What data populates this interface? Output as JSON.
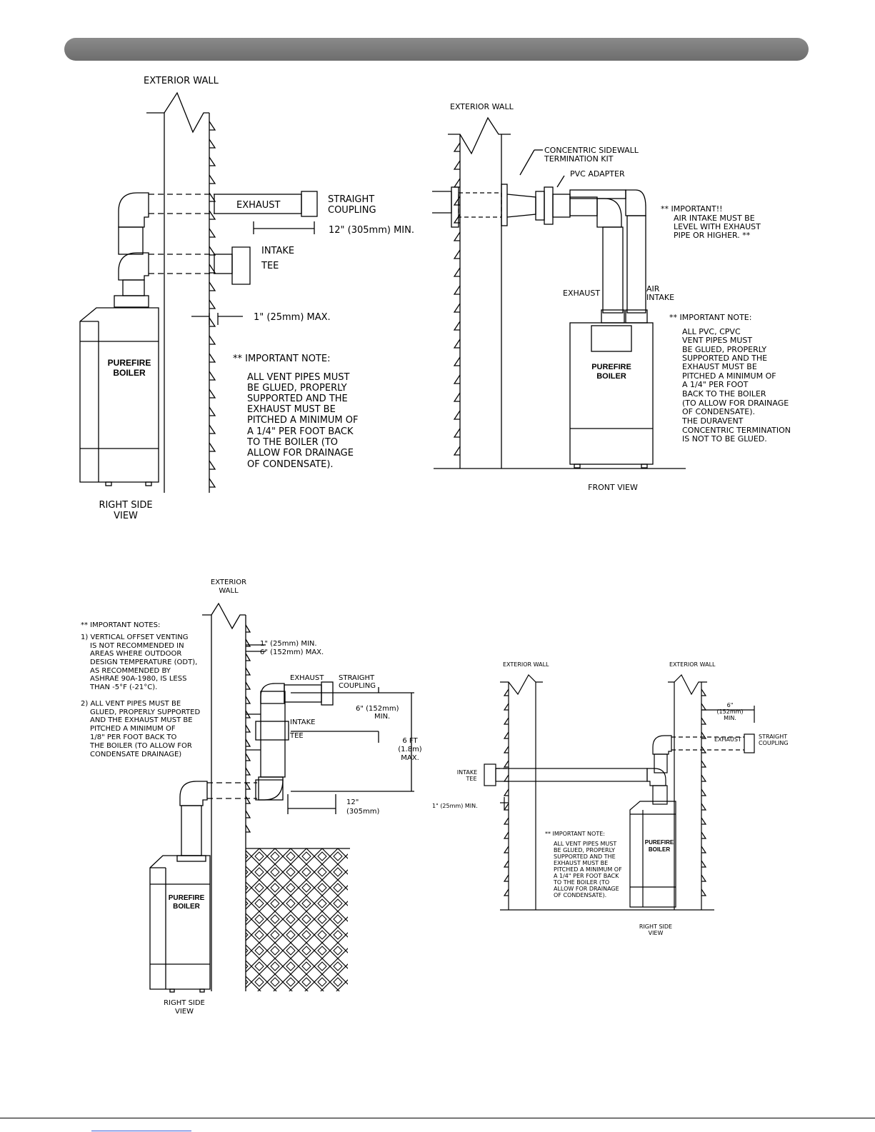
{
  "diagrams": {
    "d1": {
      "wall": "EXTERIOR WALL",
      "exhaust": "EXHAUST",
      "coupling1": "STRAIGHT",
      "coupling2": "COUPLING",
      "min12": "12\" (305mm) MIN.",
      "intake": "INTAKE",
      "tee": "TEE",
      "max1": "1\" (25mm) MAX.",
      "boiler1": "PUREFIRE",
      "boiler2": "BOILER",
      "note_title": "** IMPORTANT NOTE:",
      "note_lines": [
        "ALL VENT PIPES MUST",
        "BE GLUED, PROPERLY",
        "SUPPORTED AND THE",
        "EXHAUST MUST BE",
        "PITCHED A MINIMUM OF",
        "A 1/4\" PER FOOT BACK",
        "TO THE BOILER (TO",
        "ALLOW FOR DRAINAGE",
        "OF CONDENSATE)."
      ],
      "view1": "RIGHT SIDE",
      "view2": "VIEW"
    },
    "d2": {
      "wall": "EXTERIOR WALL",
      "kit1": "CONCENTRIC SIDEWALL",
      "kit2": "TERMINATION KIT",
      "pvc": "PVC ADAPTER",
      "imp_lines": [
        "** IMPORTANT!!",
        "AIR INTAKE MUST BE",
        "LEVEL WITH EXHAUST",
        "PIPE OR HIGHER. **"
      ],
      "exhaust": "EXHAUST",
      "air1": "AIR",
      "air2": "INTAKE",
      "note_title": "** IMPORTANT NOTE:",
      "note_lines": [
        "ALL PVC, CPVC",
        "VENT PIPES MUST",
        "BE GLUED, PROPERLY",
        "SUPPORTED AND THE",
        "EXHAUST MUST BE",
        "PITCHED A MINIMUM OF",
        "A 1/4\" PER FOOT",
        "BACK TO THE BOILER",
        "(TO ALLOW FOR DRAINAGE",
        "OF CONDENSATE).",
        "THE DURAVENT",
        "CONCENTRIC TERMINATION",
        "IS NOT TO BE GLUED."
      ],
      "boiler1": "PUREFIRE",
      "boiler2": "BOILER",
      "view": "FRONT VIEW"
    },
    "d3": {
      "wall1": "EXTERIOR",
      "wall2": "WALL",
      "notes_title": "** IMPORTANT NOTES:",
      "notes_lines": [
        "1) VERTICAL OFFSET VENTING",
        "IS NOT RECOMMENDED IN",
        "AREAS WHERE OUTDOOR",
        "DESIGN TEMPERATURE (ODT),",
        "AS RECOMMENDED BY",
        "ASHRAE 90A-1980, IS LESS",
        "THAN -5°F (-21°C).",
        "",
        "2) ALL VENT PIPES MUST BE",
        "GLUED, PROPERLY SUPPORTED",
        "AND THE EXHAUST MUST BE",
        "PITCHED A MINIMUM OF",
        "1/8\" PER FOOT BACK TO",
        "THE BOILER (TO ALLOW FOR",
        "CONDENSATE DRAINAGE)"
      ],
      "min1": "1\" (25mm) MIN.",
      "max6": "6\" (152mm) MAX.",
      "exhaust": "EXHAUST",
      "coupling1": "STRAIGHT",
      "coupling2": "COUPLING",
      "six1": "6\" (152mm)",
      "six2": "MIN.",
      "intake": "INTAKE",
      "tee": "TEE",
      "ft1": "6 FT",
      "ft2": "(1.8m)",
      "ft3": "MAX.",
      "in12a": "12\"",
      "in12b": "(305mm)",
      "boiler1": "PUREFIRE",
      "boiler2": "BOILER",
      "view1": "RIGHT SIDE",
      "view2": "VIEW"
    },
    "d4": {
      "wall_left": "EXTERIOR WALL",
      "wall_right": "EXTERIOR WALL",
      "six1": "6\"",
      "six2": "(152mm)",
      "six3": "MIN.",
      "exhaust": "EXHAUST",
      "coupling1": "STRAIGHT",
      "coupling2": "COUPLING",
      "intake1": "INTAKE",
      "intake2": "TEE",
      "min1": "1\" (25mm) MIN.",
      "note_title": "** IMPORTANT NOTE:",
      "note_lines": [
        "ALL VENT PIPES MUST",
        "BE GLUED, PROPERLY",
        "SUPPORTED AND THE",
        "EXHAUST MUST BE",
        "PITCHED A MINIMUM OF",
        "A 1/4\" PER FOOT BACK",
        "TO THE BOILER (TO",
        "ALLOW FOR DRAINAGE",
        "OF CONDENSATE)."
      ],
      "boiler1": "PUREFIRE",
      "boiler2": "BOILER",
      "view1": "RIGHT SIDE",
      "view2": "VIEW"
    }
  }
}
